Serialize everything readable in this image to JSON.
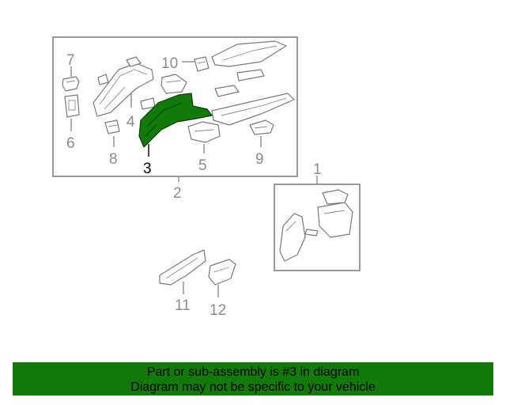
{
  "callouts": {
    "c1": "1",
    "c2": "2",
    "c3": "3",
    "c4": "4",
    "c5": "5",
    "c6": "6",
    "c7": "7",
    "c8": "8",
    "c9": "9",
    "c10": "10",
    "c11": "11",
    "c12": "12"
  },
  "highlight_color": "#117a08",
  "banner": {
    "line1": "Part or sub-assembly is #3 in diagram",
    "line2": "Diagram may not be specific to your vehicle"
  }
}
